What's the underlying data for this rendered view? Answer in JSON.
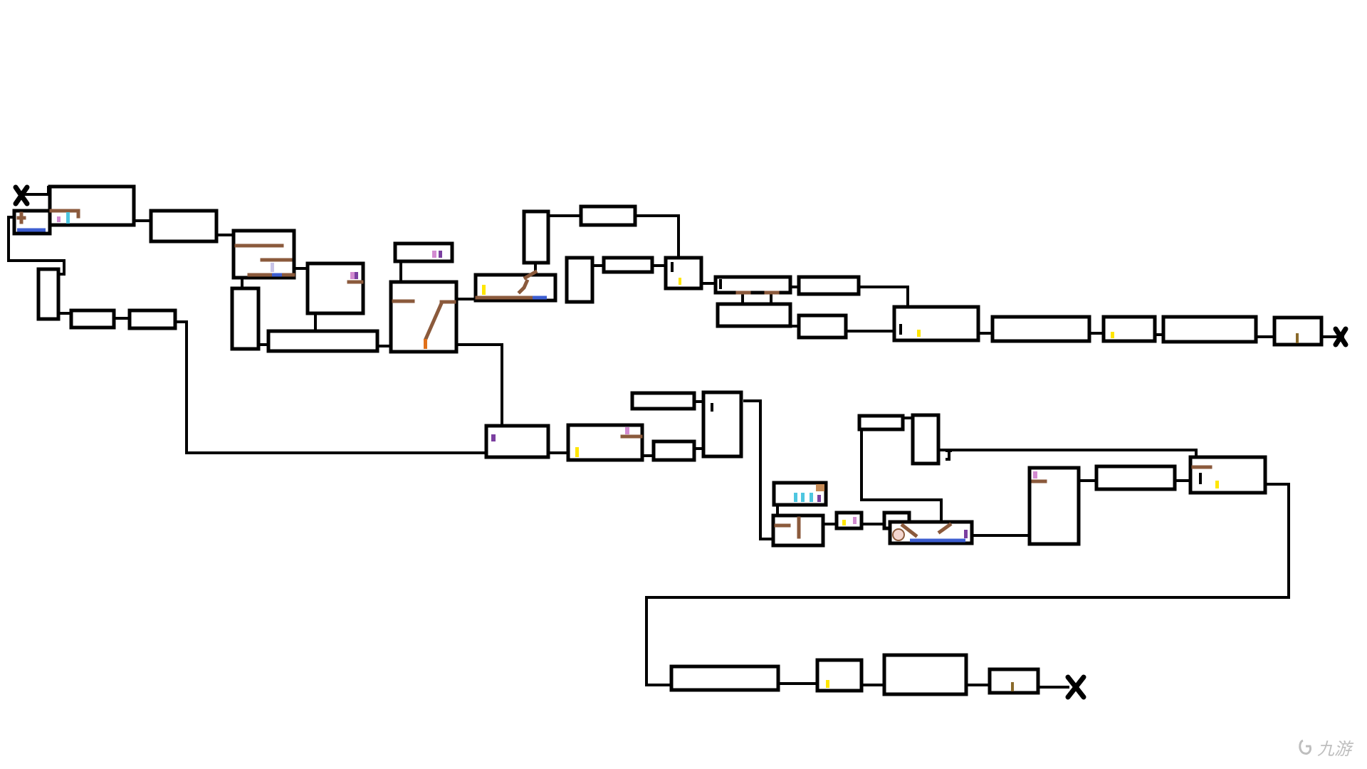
{
  "map": {
    "title": "",
    "markers": [
      {
        "name": "start-marker",
        "symbol": "X"
      },
      {
        "name": "mid-exit-marker",
        "symbol": "X"
      },
      {
        "name": "end-marker",
        "symbol": "X"
      }
    ]
  },
  "watermark": {
    "text": "九游",
    "icon": "nine-game-logo-icon"
  },
  "colors": {
    "wall": "#000000",
    "ledge": "#8b5a3c",
    "water": "#3d5ed1",
    "collectible": "#ffe600",
    "switch": "#7b3fa0",
    "gem": "#d28ad0",
    "crystal": "#4ec6e0",
    "fire": "#e0701a"
  }
}
